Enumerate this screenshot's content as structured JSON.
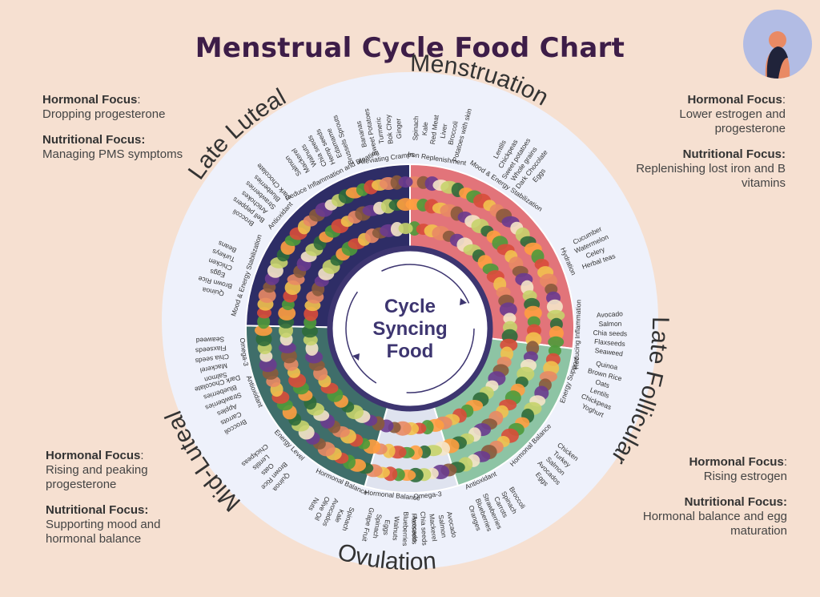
{
  "title": "Menstrual Cycle Food Chart",
  "colors": {
    "background": "#f6e0d1",
    "title": "#3d1d48",
    "ring": "#eef1fb",
    "center_border": "#3d3570",
    "menstruation": "#e2747a",
    "late_follicular": "#8dc4a4",
    "ovulation": "#dfe3ef",
    "mid_luteal": "#3f6e6a",
    "late_luteal": "#2e2d66"
  },
  "center": {
    "line1": "Cycle",
    "line2": "Syncing",
    "line3": "Food"
  },
  "phases": [
    {
      "name": "Menstruation"
    },
    {
      "name": "Late Follicular"
    },
    {
      "name": "Ovulation"
    },
    {
      "name": "Mid-Luteal"
    },
    {
      "name": "Late Luteal"
    }
  ],
  "panels": {
    "late_luteal": {
      "hormonal_label": "Hormonal Focus",
      "hormonal": "Dropping progesterone",
      "nutritional_label": "Nutritional Focus:",
      "nutritional": "Managing PMS symptoms"
    },
    "menstruation": {
      "hormonal_label": "Hormonal Focus",
      "hormonal": "Lower estrogen and progesterone",
      "nutritional_label": "Nutritional Focus:",
      "nutritional": "Replenishing lost iron and B vitamins"
    },
    "mid_luteal": {
      "hormonal_label": "Hormonal Focus",
      "hormonal": "Rising and peaking progesterone",
      "nutritional_label": "Nutritional Focus:",
      "nutritional": "Supporting mood and hormonal balance"
    },
    "late_follicular": {
      "hormonal_label": "Hormonal Focus",
      "hormonal": "Rising estrogen",
      "nutritional_label": "Nutritional Focus:",
      "nutritional": "Hormonal balance and egg maturation"
    }
  },
  "categories": [
    {
      "label": "Iron Replenishment",
      "foods": "Spinach, Kale, Red Meat, Liver, Broccoli, Potatoes with skin"
    },
    {
      "label": "Mood & Energy Stabilization",
      "foods": "Lentils, Chickpeas, Sweet potatoes, Whole grains, Dark Chocolate, Eggs"
    },
    {
      "label": "Hydration",
      "foods": "Cucumber, Watermelon, Celery, Herbal teas"
    },
    {
      "label": "Reducing Inflammation",
      "foods": "Avocado, Salmon, Chia seeds, Flaxseeds, Seaweed"
    },
    {
      "label": "Energy Support",
      "foods": "Quinoa, Brown Rice, Oats, Lentils, Chickpeas, Yoghurt"
    },
    {
      "label": "Hormonal Balance",
      "foods": "Chicken, Turkey, Salmon, Avocados, Eggs"
    },
    {
      "label": "Antioxidant",
      "foods": "Broccoli, Spinach, Carrots, Strawberries, Blueberries, Oranges"
    },
    {
      "label": "Omega-3",
      "foods": "Avocado, Salmon, Mackerel, Chia seeds, Flaxseeds"
    },
    {
      "label": "Hormonal Balance",
      "foods": "Avocado, Blueberries, Walnuts, Eggs, Spinach, Grape Fruit"
    },
    {
      "label": "Hormonal Balance",
      "foods": "Spinach, Kale, Avocados, Olive Oil, Nuts"
    },
    {
      "label": "Energy Level",
      "foods": "Quinoa, Brown Rice, Oats, Lentils, Chickpeas"
    },
    {
      "label": "Antioxidant",
      "foods": "Broccoli, Carrots, Apples, Strawberries, Blueberries, Dark Chocolate"
    },
    {
      "label": "Omega-3",
      "foods": "Salmon, Mackerel, Chia seeds, Flaxseeds, Seaweed"
    },
    {
      "label": "Mood & Energy Stabilization",
      "foods": "Quinoa, Brown Rice, Eggs, Chicken, Turkeys, Beans"
    },
    {
      "label": "Antioxidant",
      "foods": "Broccoli, Bell peppers, Artichokes, Strawberries, Blueberries, Dark Chocolate"
    },
    {
      "label": "Reduce Inflammation and Bloating",
      "foods": "Salmon, Mackerel, Walnuts, Chia seeds, Hemp seeds, Edamame, Brussels Sprouts"
    },
    {
      "label": "Alleviating Cramps",
      "foods": "Bananas, Sweet Potatoes, Turmeric, Bok Choy, Ginger"
    }
  ]
}
